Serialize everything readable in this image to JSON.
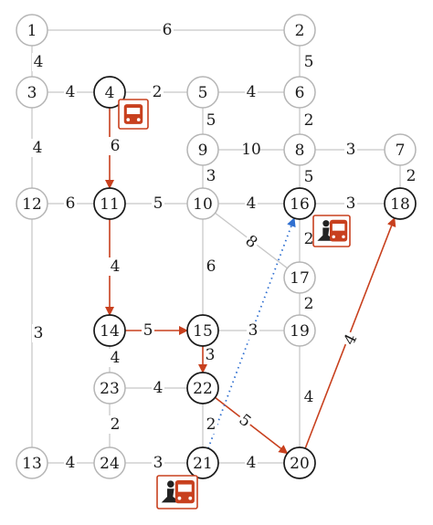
{
  "nodes": [
    {
      "id": "1",
      "style": "plain"
    },
    {
      "id": "2",
      "style": "plain"
    },
    {
      "id": "3",
      "style": "plain"
    },
    {
      "id": "4",
      "style": "dark"
    },
    {
      "id": "5",
      "style": "plain"
    },
    {
      "id": "6",
      "style": "plain"
    },
    {
      "id": "7",
      "style": "plain"
    },
    {
      "id": "8",
      "style": "plain"
    },
    {
      "id": "9",
      "style": "plain"
    },
    {
      "id": "10",
      "style": "plain"
    },
    {
      "id": "11",
      "style": "dark"
    },
    {
      "id": "12",
      "style": "plain"
    },
    {
      "id": "13",
      "style": "plain"
    },
    {
      "id": "14",
      "style": "dark"
    },
    {
      "id": "15",
      "style": "dark"
    },
    {
      "id": "16",
      "style": "dark"
    },
    {
      "id": "17",
      "style": "plain"
    },
    {
      "id": "18",
      "style": "dark"
    },
    {
      "id": "19",
      "style": "plain"
    },
    {
      "id": "20",
      "style": "dark"
    },
    {
      "id": "21",
      "style": "dark"
    },
    {
      "id": "22",
      "style": "dark"
    },
    {
      "id": "23",
      "style": "plain"
    },
    {
      "id": "24",
      "style": "plain"
    }
  ],
  "edges": [
    {
      "from": "1",
      "to": "2",
      "w": "6",
      "kind": "plain"
    },
    {
      "from": "1",
      "to": "3",
      "w": "4",
      "kind": "plain"
    },
    {
      "from": "2",
      "to": "6",
      "w": "5",
      "kind": "plain"
    },
    {
      "from": "3",
      "to": "4",
      "w": "4",
      "kind": "plain"
    },
    {
      "from": "4",
      "to": "5",
      "w": "2",
      "kind": "plain"
    },
    {
      "from": "5",
      "to": "6",
      "w": "4",
      "kind": "plain"
    },
    {
      "from": "3",
      "to": "12",
      "w": "4",
      "kind": "plain"
    },
    {
      "from": "5",
      "to": "9",
      "w": "5",
      "kind": "plain"
    },
    {
      "from": "6",
      "to": "8",
      "w": "2",
      "kind": "plain"
    },
    {
      "from": "9",
      "to": "8",
      "w": "10",
      "kind": "plain"
    },
    {
      "from": "8",
      "to": "7",
      "w": "3",
      "kind": "plain"
    },
    {
      "from": "9",
      "to": "10",
      "w": "3",
      "kind": "plain"
    },
    {
      "from": "8",
      "to": "16",
      "w": "5",
      "kind": "plain"
    },
    {
      "from": "7",
      "to": "18",
      "w": "2",
      "kind": "plain"
    },
    {
      "from": "12",
      "to": "11",
      "w": "6",
      "kind": "plain"
    },
    {
      "from": "11",
      "to": "10",
      "w": "5",
      "kind": "plain"
    },
    {
      "from": "10",
      "to": "16",
      "w": "4",
      "kind": "plain"
    },
    {
      "from": "16",
      "to": "18",
      "w": "3",
      "kind": "plain"
    },
    {
      "from": "10",
      "to": "17",
      "w": "8",
      "kind": "plain"
    },
    {
      "from": "16",
      "to": "17",
      "w": "2",
      "kind": "plain"
    },
    {
      "from": "12",
      "to": "13",
      "w": "3",
      "kind": "plain"
    },
    {
      "from": "10",
      "to": "15",
      "w": "6",
      "kind": "plain"
    },
    {
      "from": "17",
      "to": "19",
      "w": "2",
      "kind": "plain"
    },
    {
      "from": "15",
      "to": "19",
      "w": "3",
      "kind": "plain"
    },
    {
      "from": "14",
      "to": "23",
      "w": "4",
      "kind": "plain"
    },
    {
      "from": "23",
      "to": "22",
      "w": "4",
      "kind": "plain"
    },
    {
      "from": "19",
      "to": "20",
      "w": "4",
      "kind": "plain"
    },
    {
      "from": "23",
      "to": "24",
      "w": "2",
      "kind": "plain"
    },
    {
      "from": "22",
      "to": "21",
      "w": "2",
      "kind": "plain"
    },
    {
      "from": "13",
      "to": "24",
      "w": "4",
      "kind": "plain"
    },
    {
      "from": "24",
      "to": "21",
      "w": "3",
      "kind": "plain"
    },
    {
      "from": "21",
      "to": "20",
      "w": "4",
      "kind": "plain"
    },
    {
      "from": "4",
      "to": "11",
      "w": "6",
      "kind": "route"
    },
    {
      "from": "11",
      "to": "14",
      "w": "4",
      "kind": "route"
    },
    {
      "from": "14",
      "to": "15",
      "w": "5",
      "kind": "route"
    },
    {
      "from": "15",
      "to": "22",
      "w": "3",
      "kind": "route"
    },
    {
      "from": "22",
      "to": "20",
      "w": "5",
      "kind": "route"
    },
    {
      "from": "20",
      "to": "18",
      "w": "4",
      "kind": "route"
    },
    {
      "from": "21",
      "to": "16",
      "w": "",
      "kind": "dotted"
    }
  ],
  "badges": [
    {
      "id": "bus-at-4",
      "icon": "bus-icon"
    },
    {
      "id": "walk-bus-at-16",
      "icon": "walker-bus-icon"
    },
    {
      "id": "walk-bus-at-21",
      "icon": "walker-bus-icon"
    }
  ],
  "colors": {
    "route": "#c8401e",
    "walk_link": "#2f6fd0",
    "plain_edge": "#c8c8c8",
    "highlight_node_border": "#1a1a1a",
    "plain_node_border": "#b5b5b5"
  }
}
